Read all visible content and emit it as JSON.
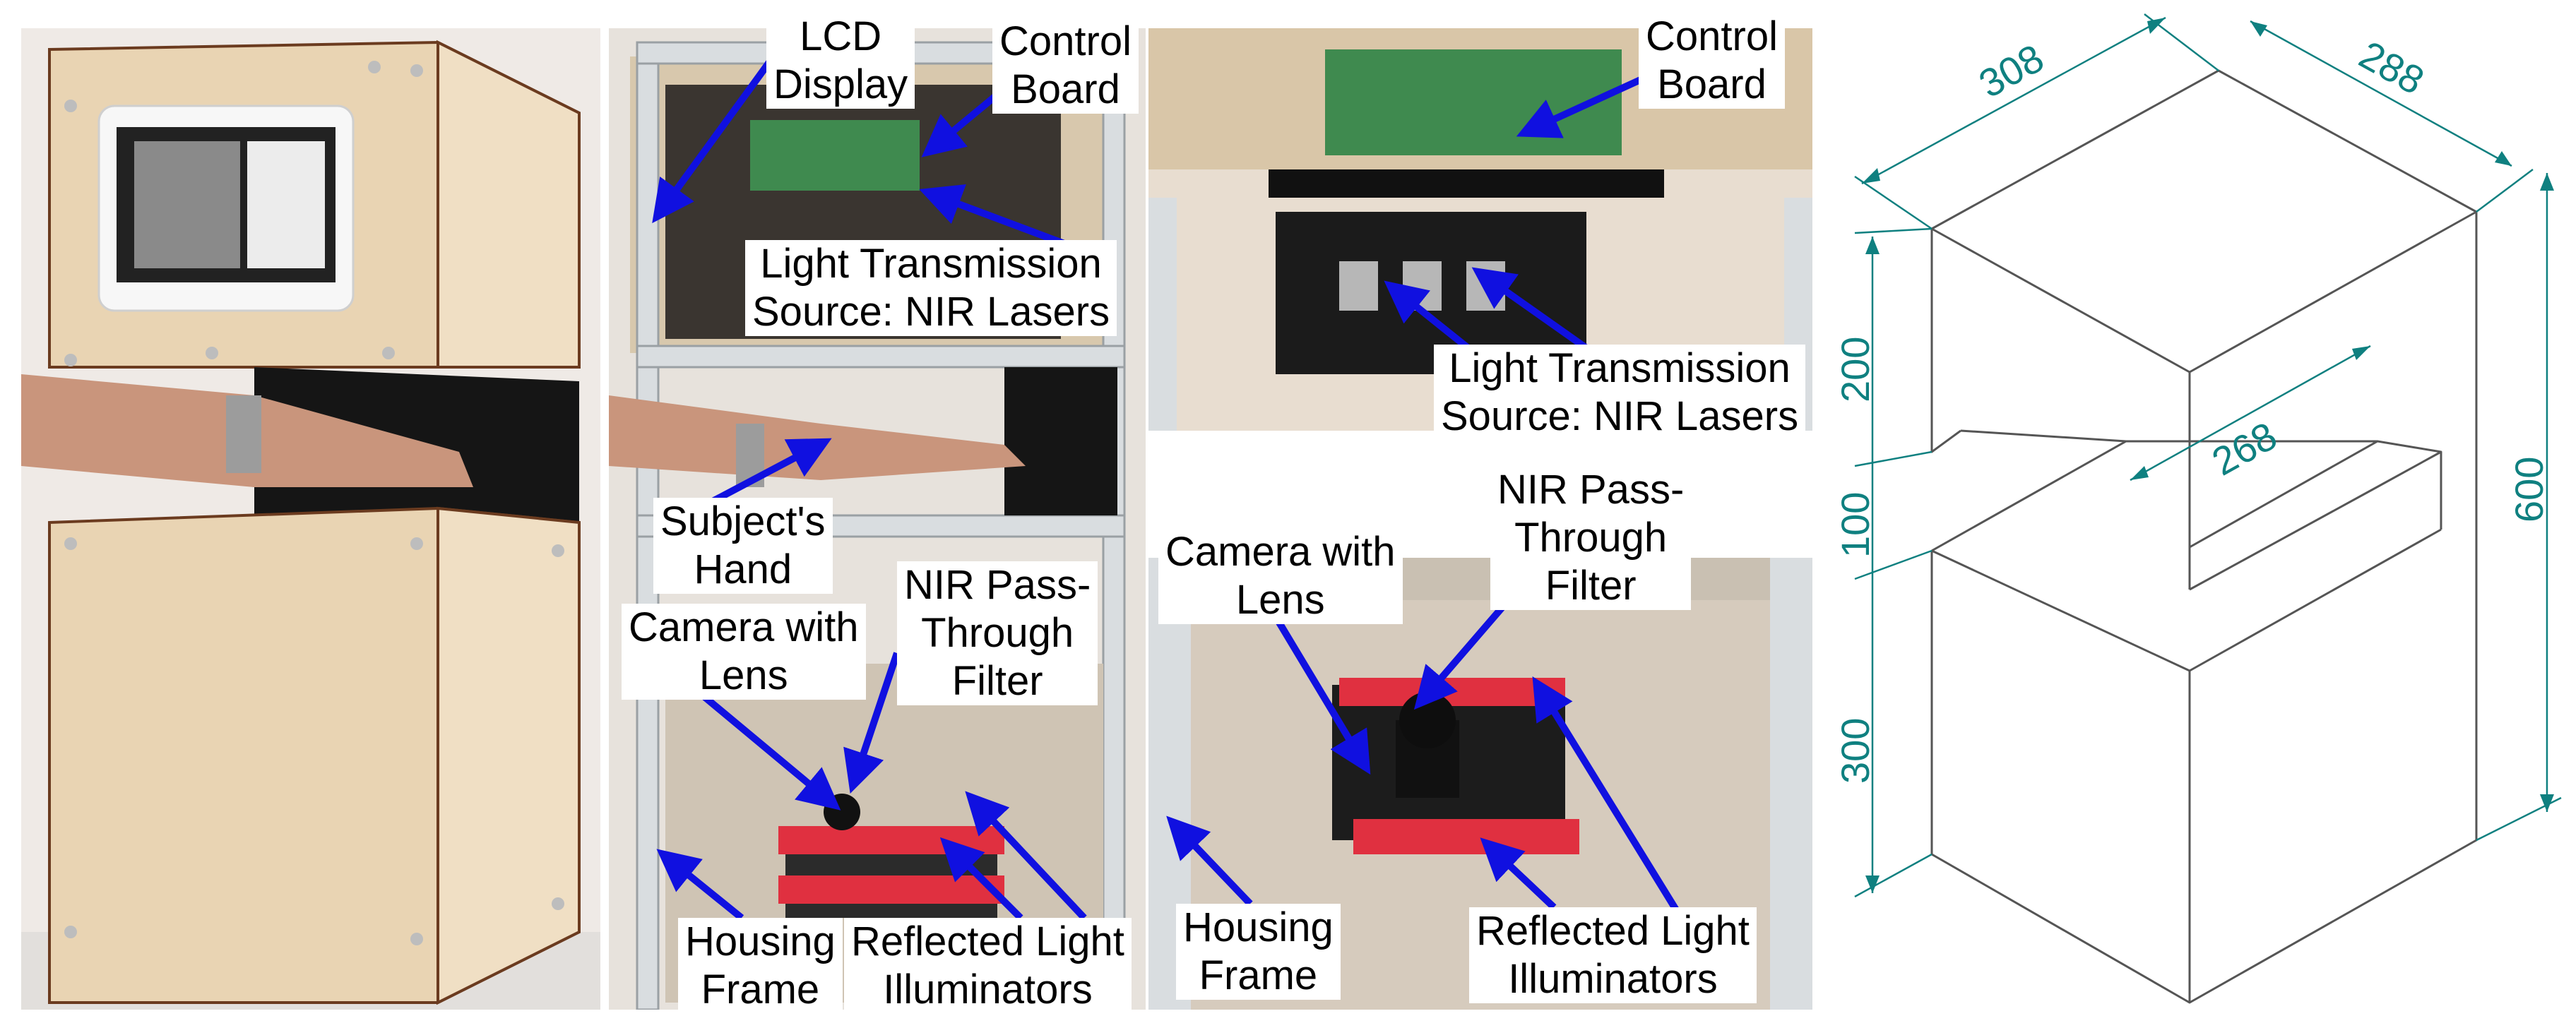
{
  "labels": {
    "lcd_display": "LCD\nDisplay",
    "control_board_a": "Control\nBoard",
    "light_transmission_a": "Light Transmission\nSource: NIR Lasers",
    "subjects_hand": "Subject's\nHand",
    "camera_a": "Camera with\nLens",
    "nir_filter_a": "NIR Pass-\nThrough\nFilter",
    "housing_frame_a": "Housing\nFrame",
    "reflected_a": "Reflected Light\nIlluminators",
    "control_board_b": "Control\nBoard",
    "light_transmission_b": "Light Transmission\nSource: NIR Lasers",
    "nir_filter_b": "NIR Pass-\nThrough\nFilter",
    "camera_b": "Camera with\nLens",
    "housing_frame_b": "Housing\nFrame",
    "reflected_b": "Reflected Light\nIlluminators"
  },
  "dimensions": {
    "width": "308",
    "depth": "288",
    "slot_depth": "268",
    "upper_height": "200",
    "gap_height": "100",
    "lower_height": "300",
    "total_height": "600"
  },
  "colors": {
    "arrow": "#1010e0",
    "dimension": "#0f8080",
    "outline": "#555555",
    "wood": "#e8d2b0",
    "frame": "#d9dde0",
    "dark": "#1a1a1a",
    "illuminator": "#e03040"
  }
}
